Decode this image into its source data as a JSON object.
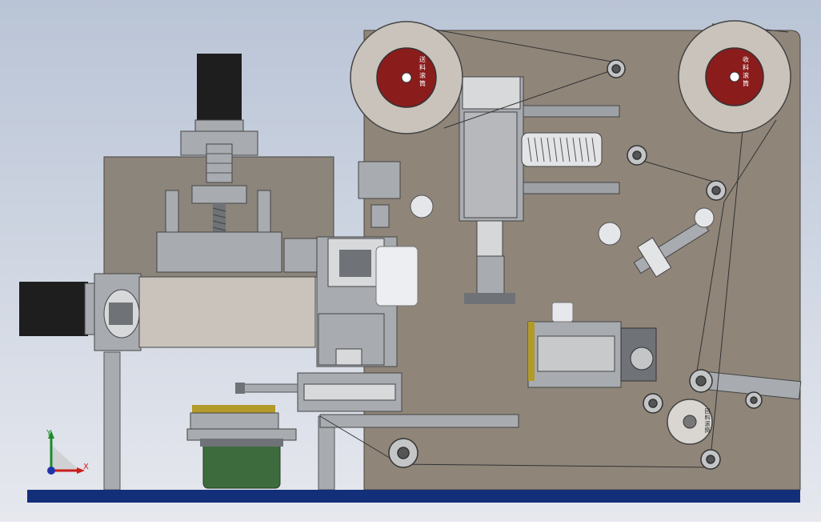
{
  "colors": {
    "background_top": "#b9c4d6",
    "background_bottom": "#e6e8ee",
    "plate": "#8f8579",
    "plate_dark": "#7d7468",
    "frame": "#8c857c",
    "steel": "#a8abb0",
    "steel_dark": "#6f7276",
    "reel_face": "#c9c3bb",
    "reel_hub": "#8b1c1c",
    "base_rail": "#132f7a",
    "motor_black": "#1e1e1e",
    "coil_green": "#3d6b3d",
    "brass_strip": "#b39b2a"
  },
  "reels": {
    "left_label": "送料滚筒",
    "right_label": "收料滚筒",
    "small_label": "回料滚筒"
  },
  "axes": {
    "y_label": "Y",
    "x_label": "X"
  }
}
